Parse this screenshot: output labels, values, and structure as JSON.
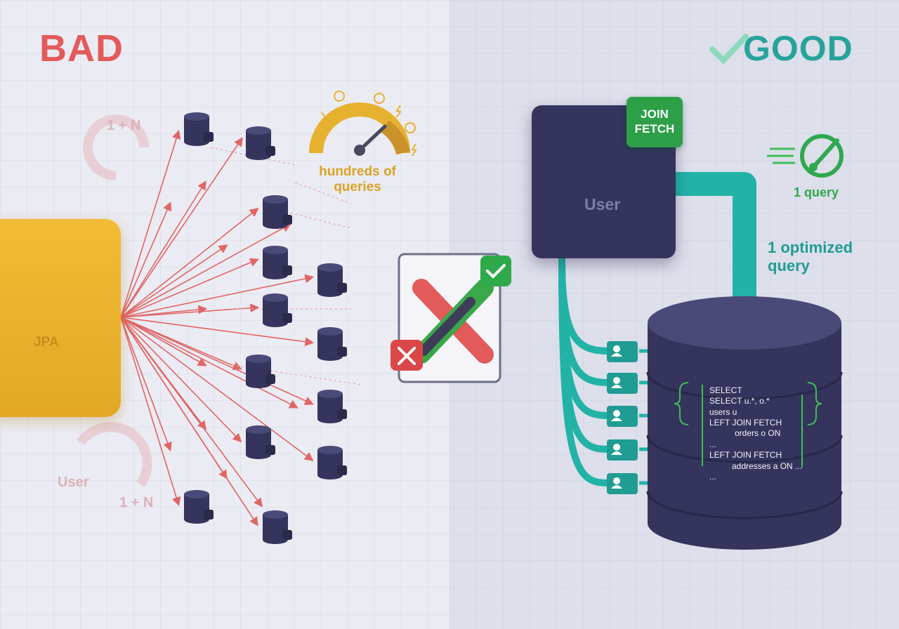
{
  "left": {
    "title": "BAD",
    "gauge_label": "hundreds of queries",
    "n_plus_one_top": "1 + N",
    "n_plus_one_bottom": "1 + N",
    "user_label": "User",
    "jpa_label": "JPA"
  },
  "right": {
    "title": "GOOD",
    "badge": "JOIN FETCH",
    "user_label": "User",
    "one_query": "1 query",
    "optimized": "1 optimized query",
    "sql": [
      "SELECT",
      "SELECT u.*, o.*",
      "users u",
      "LEFT JOIN FETCH",
      "orders o ON",
      "...",
      "LEFT JOIN FETCH",
      "addresses a ON ...",
      "..."
    ]
  },
  "colors": {
    "bad": "#e25a5a",
    "good": "#27a39a",
    "gauge": "#e6b12e",
    "db": "#34345d",
    "flow": "#22b3a6",
    "green": "#2c9f47"
  }
}
